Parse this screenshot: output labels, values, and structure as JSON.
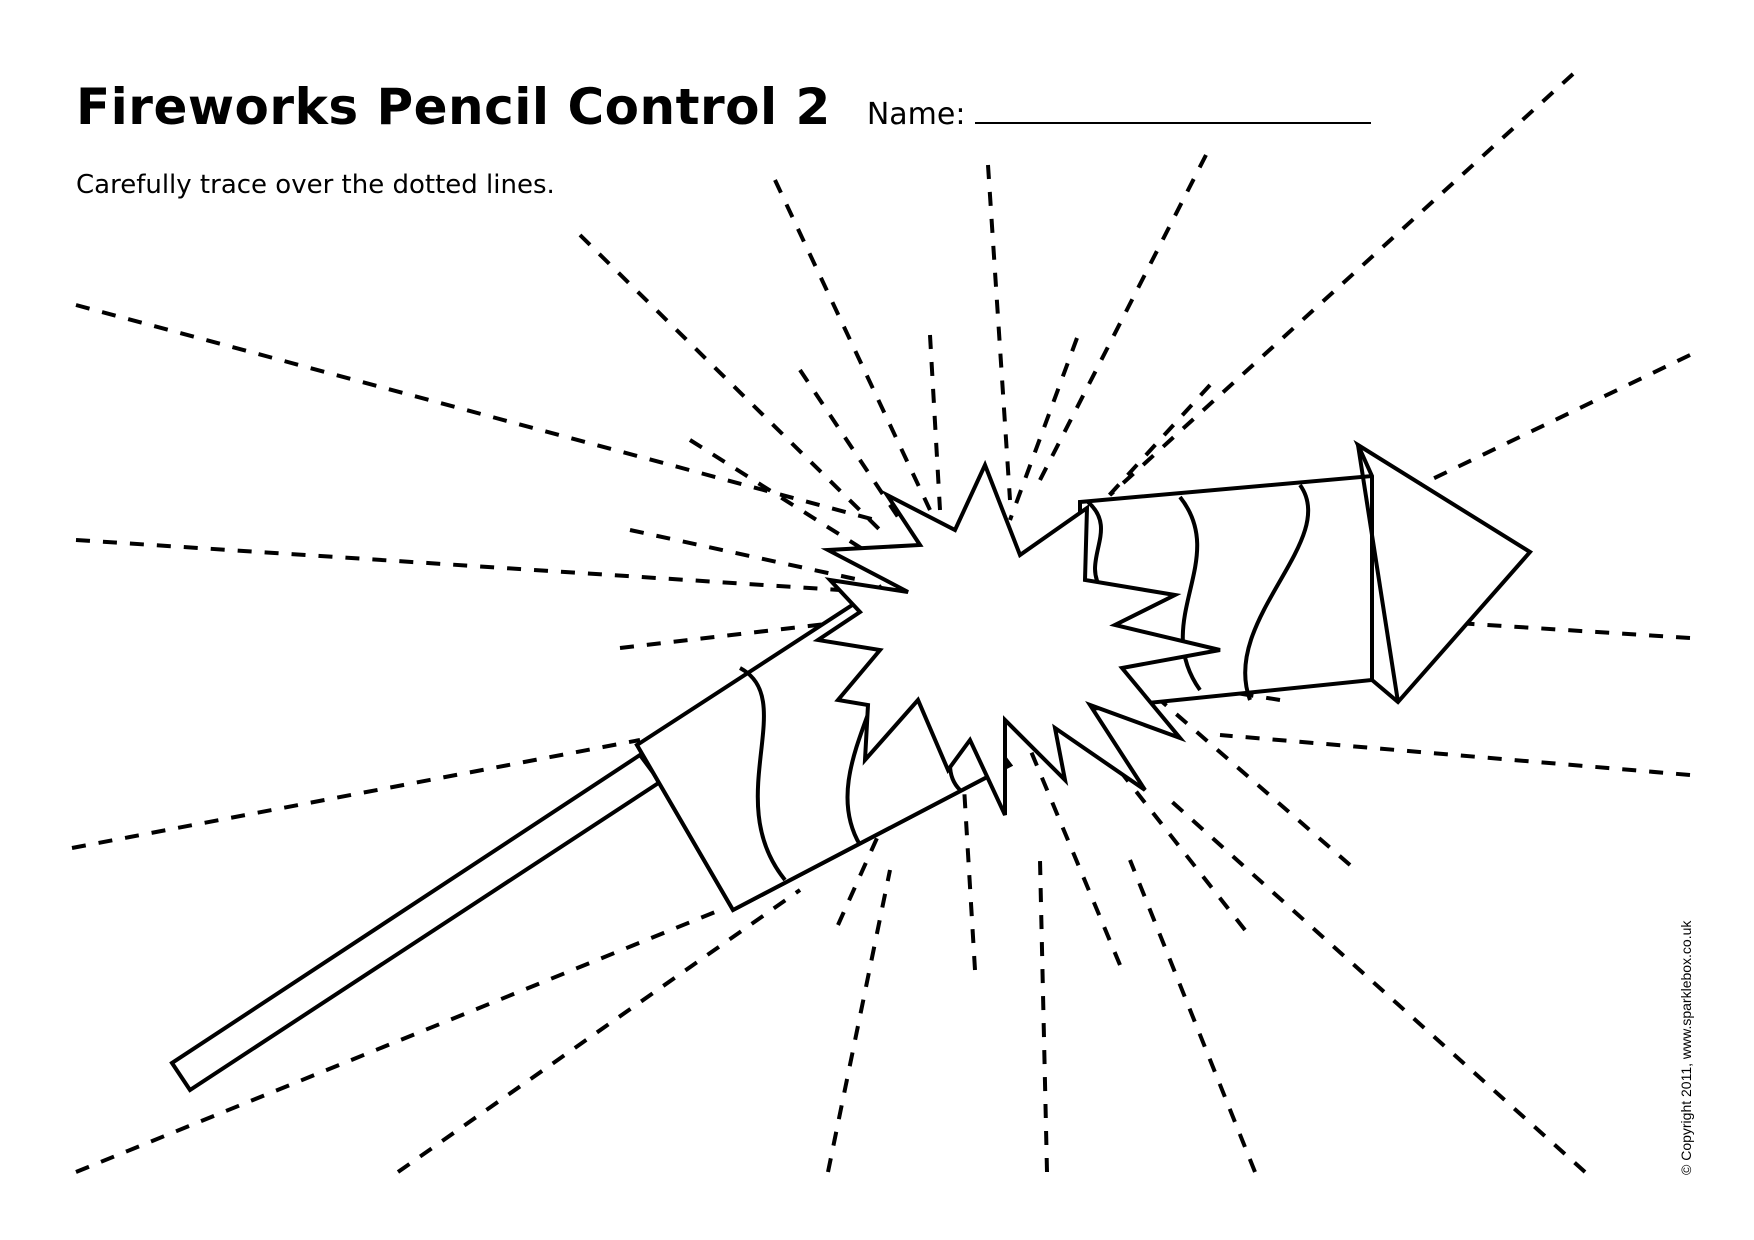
{
  "worksheet": {
    "title": "Fireworks Pencil Control 2",
    "name_label": "Name:",
    "instruction": "Carefully trace over the dotted lines.",
    "copyright": "© Copyright 2011, www.sparklebox.co.uk"
  },
  "illustration": {
    "icons": [
      "rocket-firework",
      "starburst-explosion",
      "dotted-trace-lines"
    ],
    "line_color": "#000000",
    "background_color": "#ffffff"
  }
}
